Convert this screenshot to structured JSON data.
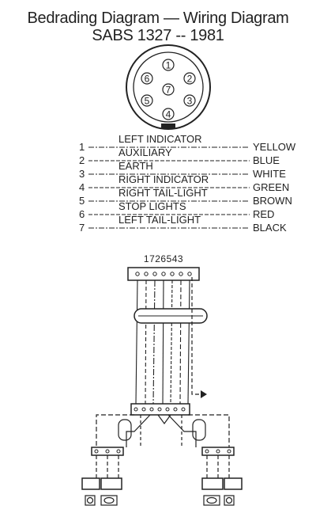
{
  "title": "Bedrading Diagram — Wiring Diagram",
  "subtitle": "SABS 1327  -- 1981",
  "socket_pins": [
    "1",
    "2",
    "3",
    "4",
    "5",
    "6",
    "7"
  ],
  "wiring_table": [
    {
      "pin": "1",
      "function": "LEFT INDICATOR",
      "colour": "YELLOW"
    },
    {
      "pin": "2",
      "function": "AUXILIARY",
      "colour": "BLUE"
    },
    {
      "pin": "3",
      "function": "EARTH",
      "colour": "WHITE"
    },
    {
      "pin": "4",
      "function": "RIGHT INDICATOR",
      "colour": "GREEN"
    },
    {
      "pin": "5",
      "function": "RIGHT TAIL-LIGHT",
      "colour": "BROWN"
    },
    {
      "pin": "6",
      "function": "STOP LIGHTS",
      "colour": "RED"
    },
    {
      "pin": "7",
      "function": "LEFT TAIL-LIGHT",
      "colour": "BLACK"
    }
  ],
  "terminal_order": "1726543",
  "colors": {
    "ink": "#222222",
    "paper": "#ffffff"
  }
}
